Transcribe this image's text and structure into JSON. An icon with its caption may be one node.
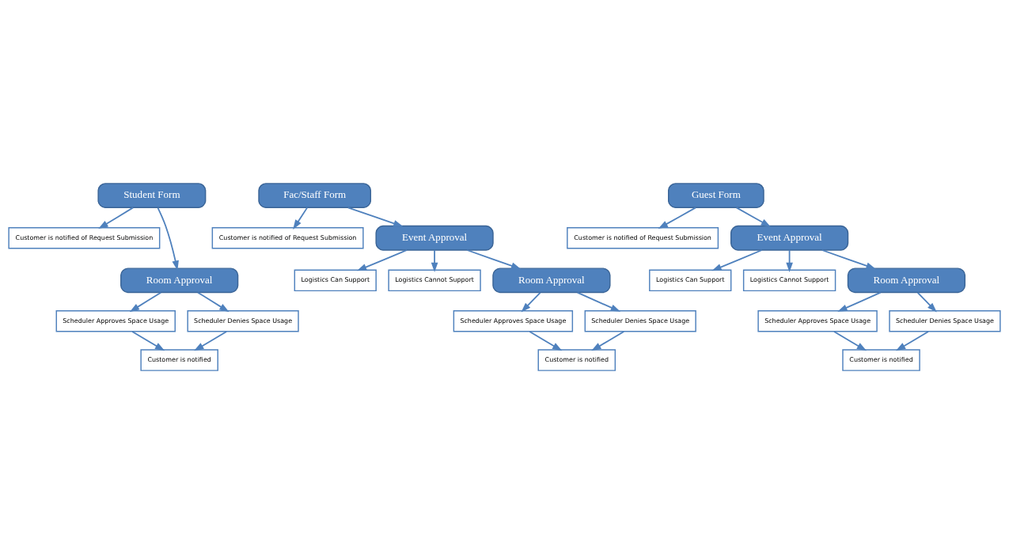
{
  "diagram": {
    "nodes": [
      {
        "text": [
          "Student Form"
        ]
      },
      {
        "text": [
          "Customer is notified of Request Submission"
        ]
      },
      {
        "text": [
          "Room Approval"
        ]
      },
      {
        "text": [
          "Scheduler Approves Space Usage"
        ]
      },
      {
        "text": [
          "Scheduler Denies Space Usage"
        ]
      },
      {
        "text": [
          "Customer is notified"
        ]
      },
      {
        "text": [
          "Fac/Staff Form"
        ]
      },
      {
        "text": [
          "Customer is notified of Request Submission"
        ]
      },
      {
        "text": [
          "Event Approval"
        ]
      },
      {
        "text": [
          "Logistics Can Support"
        ]
      },
      {
        "text": [
          "Logistics Cannot Support"
        ]
      },
      {
        "text": [
          "Room Approval"
        ]
      },
      {
        "text": [
          "Scheduler Approves Space Usage"
        ]
      },
      {
        "text": [
          "Scheduler Denies Space Usage"
        ]
      },
      {
        "text": [
          "Customer is notified"
        ]
      },
      {
        "text": [
          "Guest Form"
        ]
      },
      {
        "text": [
          "Customer is notified of Request Submission"
        ]
      },
      {
        "text": [
          "Event Approval"
        ]
      },
      {
        "text": [
          "Logistics Can Support"
        ]
      },
      {
        "text": [
          "Logistics Cannot Support"
        ]
      },
      {
        "text": [
          "Room Approval"
        ]
      },
      {
        "text": [
          "Scheduler Approves Space Usage"
        ]
      },
      {
        "text": [
          "Scheduler Denies Space Usage"
        ]
      },
      {
        "text": [
          "Customer is notified"
        ]
      }
    ],
    "edges": [
      {
        "from": 0,
        "to": 1,
        "arrow": "to"
      },
      {
        "from": 0,
        "to": 2,
        "arrow": "to"
      },
      {
        "from": 2,
        "to": 3,
        "arrow": "to"
      },
      {
        "from": 2,
        "to": 4,
        "arrow": "to"
      },
      {
        "from": 3,
        "to": 5,
        "arrow": "to"
      },
      {
        "from": 4,
        "to": 5,
        "arrow": "to"
      },
      {
        "from": 6,
        "to": 7,
        "arrow": "to"
      },
      {
        "from": 6,
        "to": 8,
        "arrow": "to"
      },
      {
        "from": 8,
        "to": 9,
        "arrow": "to"
      },
      {
        "from": 8,
        "to": 10,
        "arrow": "to"
      },
      {
        "from": 8,
        "to": 11,
        "arrow": "to"
      },
      {
        "from": 11,
        "to": 12,
        "arrow": "to"
      },
      {
        "from": 11,
        "to": 13,
        "arrow": "to"
      },
      {
        "from": 12,
        "to": 14,
        "arrow": "to"
      },
      {
        "from": 13,
        "to": 14,
        "arrow": "to"
      },
      {
        "from": 15,
        "to": 16,
        "arrow": "to"
      },
      {
        "from": 15,
        "to": 17,
        "arrow": "to"
      },
      {
        "from": 17,
        "to": 18,
        "arrow": "to"
      },
      {
        "from": 17,
        "to": 19,
        "arrow": "to"
      },
      {
        "from": 17,
        "to": 20,
        "arrow": "to"
      },
      {
        "from": 20,
        "to": 21,
        "arrow": "to"
      },
      {
        "from": 20,
        "to": 22,
        "arrow": "to"
      },
      {
        "from": 21,
        "to": 23,
        "arrow": "to"
      },
      {
        "from": 22,
        "to": 23,
        "arrow": "to"
      }
    ]
  }
}
